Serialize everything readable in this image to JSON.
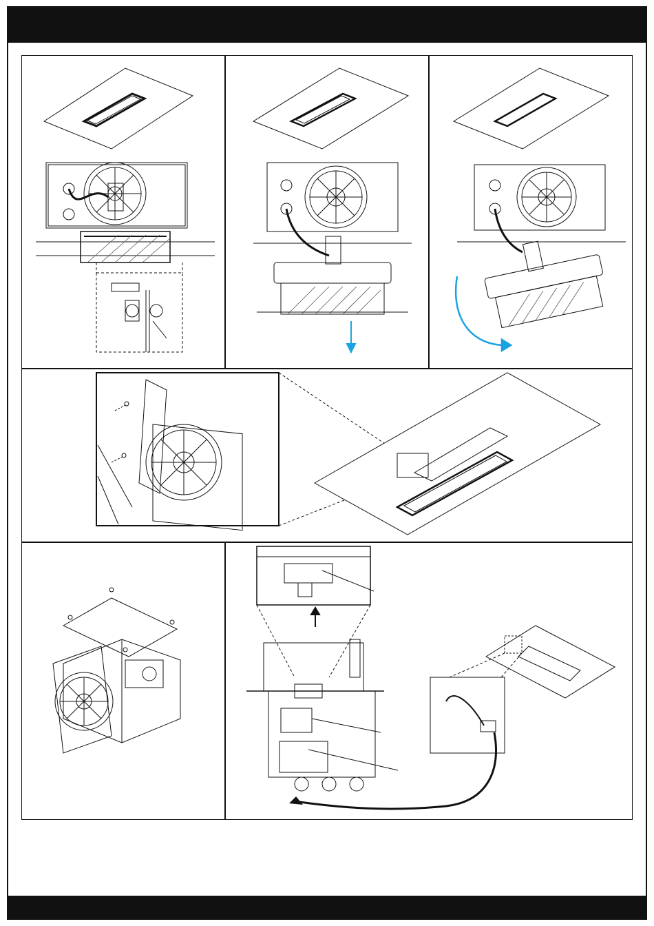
{
  "colors": {
    "ink": "#111111",
    "paper": "#ffffff",
    "arrow": "#1aa3e0",
    "hatch": "#555555"
  },
  "icons": {
    "fan": "fan-icon",
    "screw": "screw-icon",
    "arrow_down": "arrow-down-icon",
    "arrow_up": "arrow-up-icon",
    "arrow_curved": "curved-arrow-icon",
    "connector": "connector-icon"
  },
  "panels": [
    {
      "id": "step-1",
      "text": ""
    },
    {
      "id": "step-2",
      "text": ""
    },
    {
      "id": "step-3",
      "text": ""
    },
    {
      "id": "step-4",
      "text": ""
    },
    {
      "id": "step-5",
      "text": ""
    },
    {
      "id": "step-6",
      "text": ""
    }
  ]
}
